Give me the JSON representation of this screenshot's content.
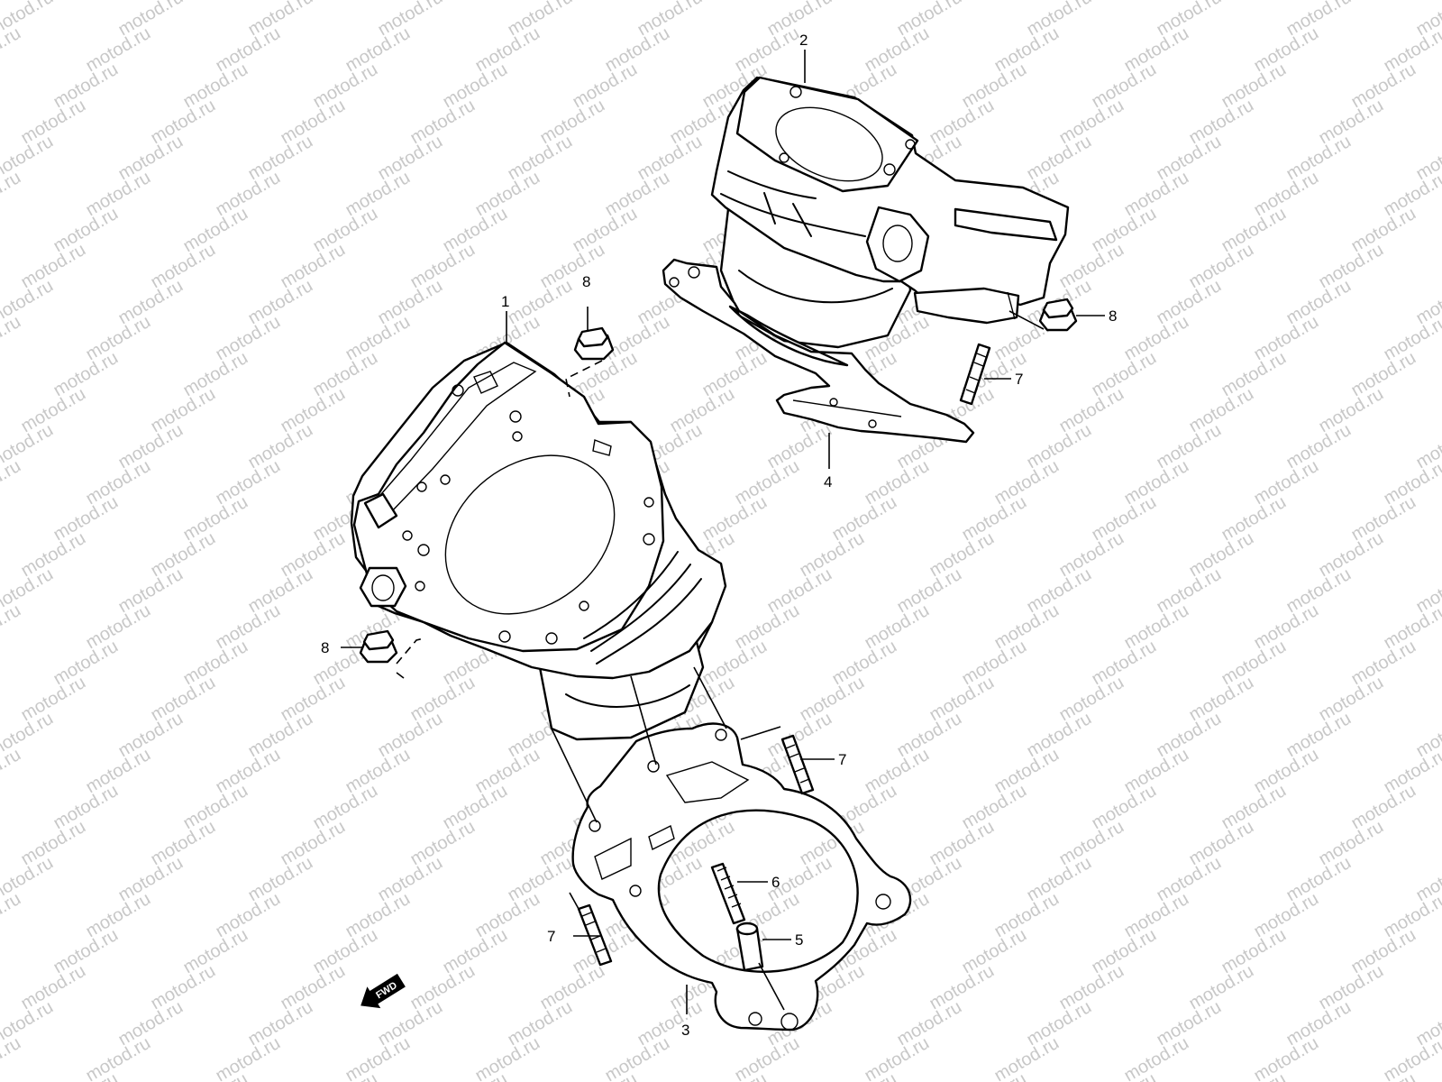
{
  "watermark": {
    "text": "motod.ru",
    "color": "#c8c8c8"
  },
  "callouts": {
    "c1": "1",
    "c2": "2",
    "c3": "3",
    "c4": "4",
    "c5": "5",
    "c6": "6",
    "c7_upper": "7",
    "c7_middle": "7",
    "c7_lower": "7",
    "c8_top": "8",
    "c8_right": "8",
    "c8_left": "8"
  },
  "fwd_label": "FWD",
  "icons": {
    "fwd_arrow": "fwd-arrow-icon"
  }
}
